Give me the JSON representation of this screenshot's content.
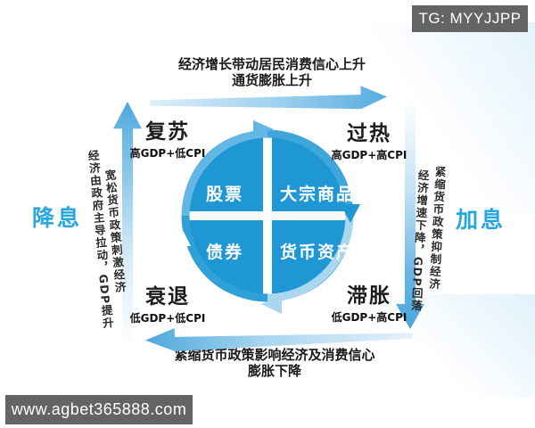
{
  "badges": {
    "telegram": "TG: MYYJJPP",
    "website": "www.agbet365888.com"
  },
  "flows": {
    "top": {
      "line1": "经济增长带动居民消费信心上升",
      "line2": "通货膨胀上升"
    },
    "bottom": {
      "line1": "紧缩货币政策影响经济及消费信心",
      "line2": "膨胀下降"
    }
  },
  "phases": {
    "recovery": {
      "title": "复苏",
      "metrics": "高GDP+低CPI",
      "asset": "股票"
    },
    "overheat": {
      "title": "过热",
      "metrics": "高GDP+高CPI",
      "asset": "大宗商品"
    },
    "recession": {
      "title": "衰退",
      "metrics": "低GDP+低CPI",
      "asset": "债券"
    },
    "stagflation": {
      "title": "滞胀",
      "metrics": "低GDP+高CPI",
      "asset": "货币资产"
    }
  },
  "left_axis": {
    "rate": "降息",
    "text_outer": "经济由政府主导拉动，GDP提升",
    "text_inner": "宽松货币政策刺激经济"
  },
  "right_axis": {
    "rate": "加息",
    "text_inner": "紧缩货币政策抑制经济",
    "text_outer": "经济增速下降，GDP回落"
  },
  "colors": {
    "quadrant_blue": "#1f97d4",
    "arc_light_blue": "#a9d7f0",
    "accent_rate_blue": "#27a7e0",
    "badge_gray": "#646464",
    "arrow_dark": "#4ea8dc",
    "arrow_light": "#dceefa"
  }
}
